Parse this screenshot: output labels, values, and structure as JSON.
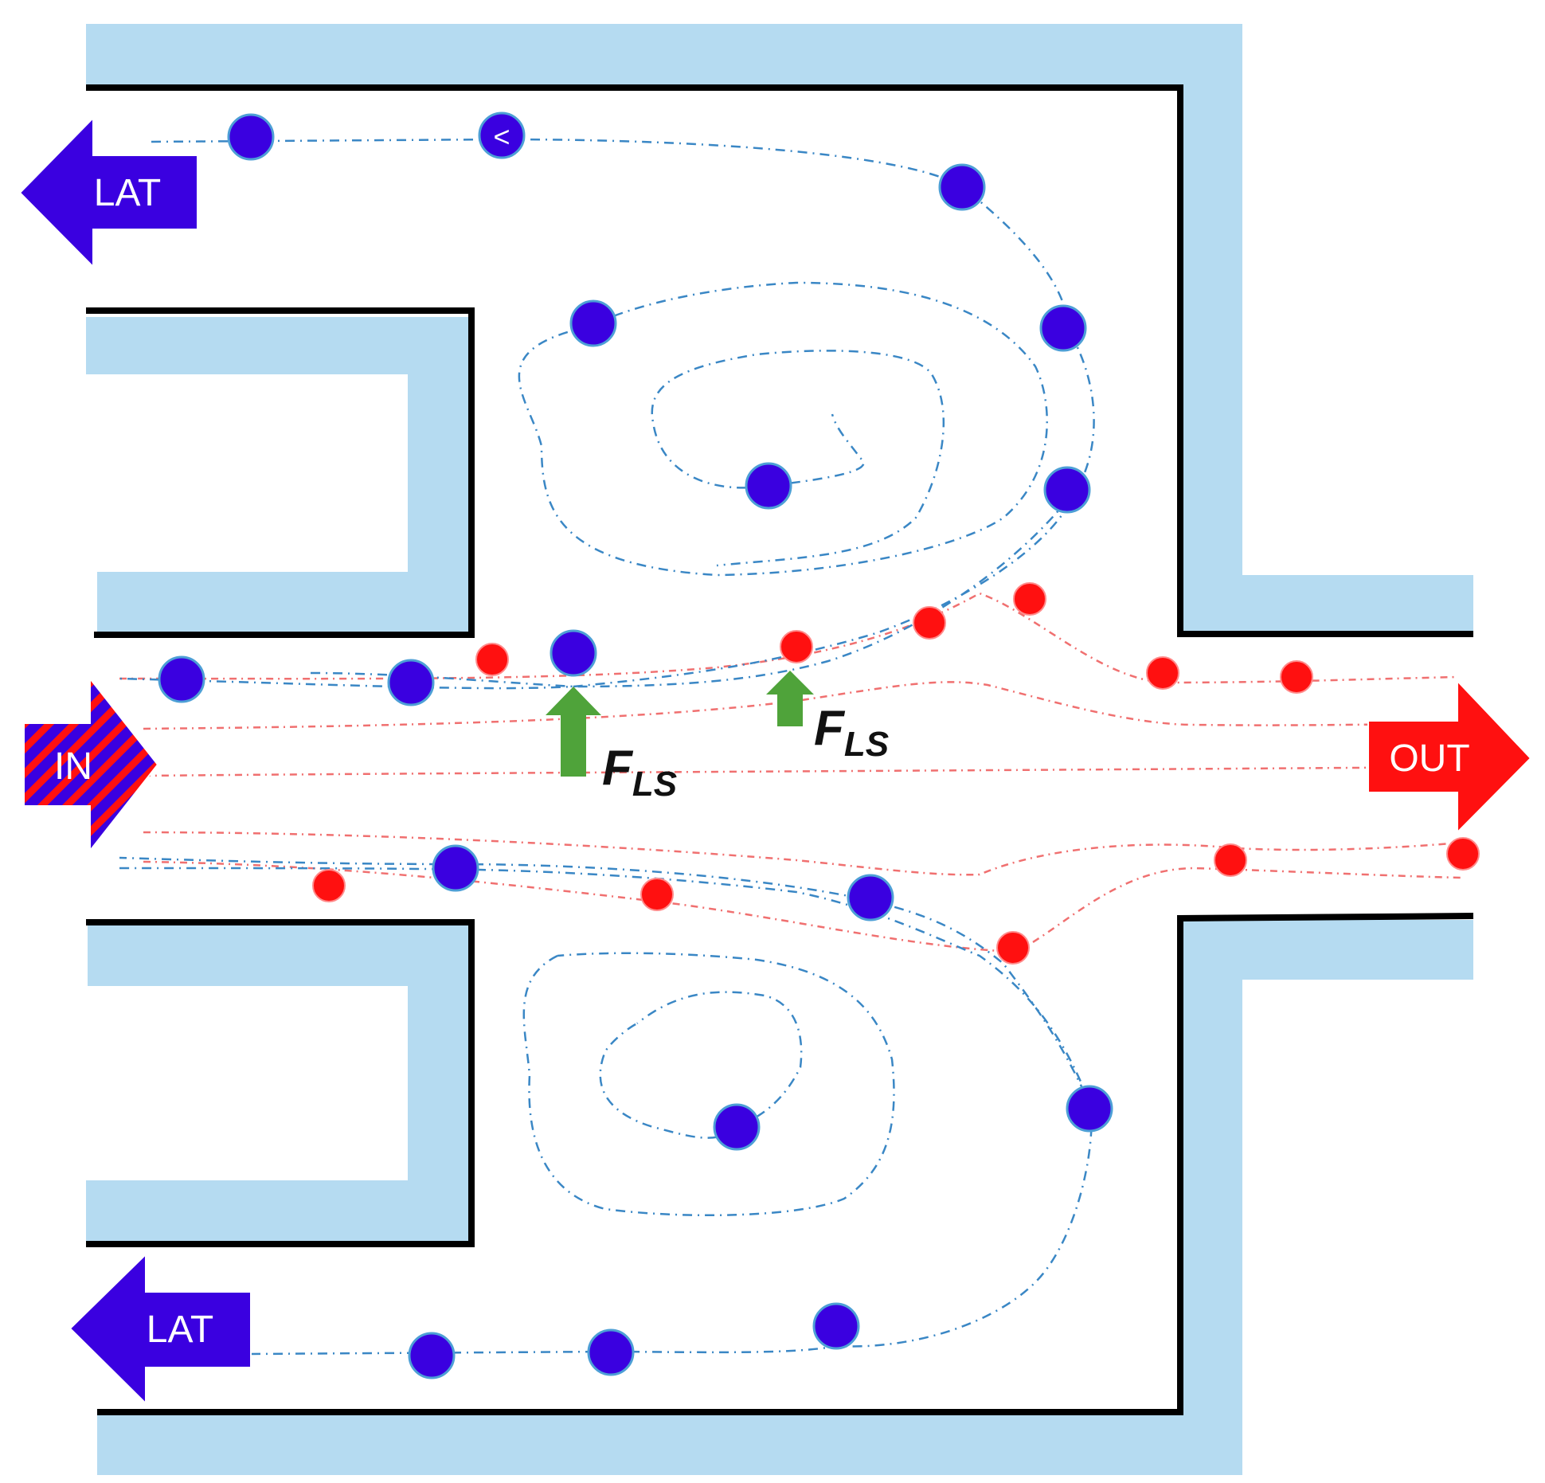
{
  "labels": {
    "inlet": "IN",
    "outlet": "OUT",
    "lateral_top": "LAT",
    "lateral_bottom": "LAT",
    "force_symbol": "F",
    "force_subscript": "LS",
    "particle_mark": "<"
  },
  "colors": {
    "wall": "#b5dbf1",
    "wall_edge": "#000000",
    "large_particle": "#3a00e0",
    "small_particle": "#ff1010",
    "large_path": "#3a87c5",
    "small_path": "#f07070",
    "force_arrow": "#4fa33a",
    "inlet_fill_a": "#3a00e0",
    "inlet_fill_b": "#ff1010"
  },
  "legend_semantics": {
    "large_particle_icon": "blue-circle-icon",
    "small_particle_icon": "red-circle-icon",
    "force_icon": "green-up-arrow-icon"
  }
}
